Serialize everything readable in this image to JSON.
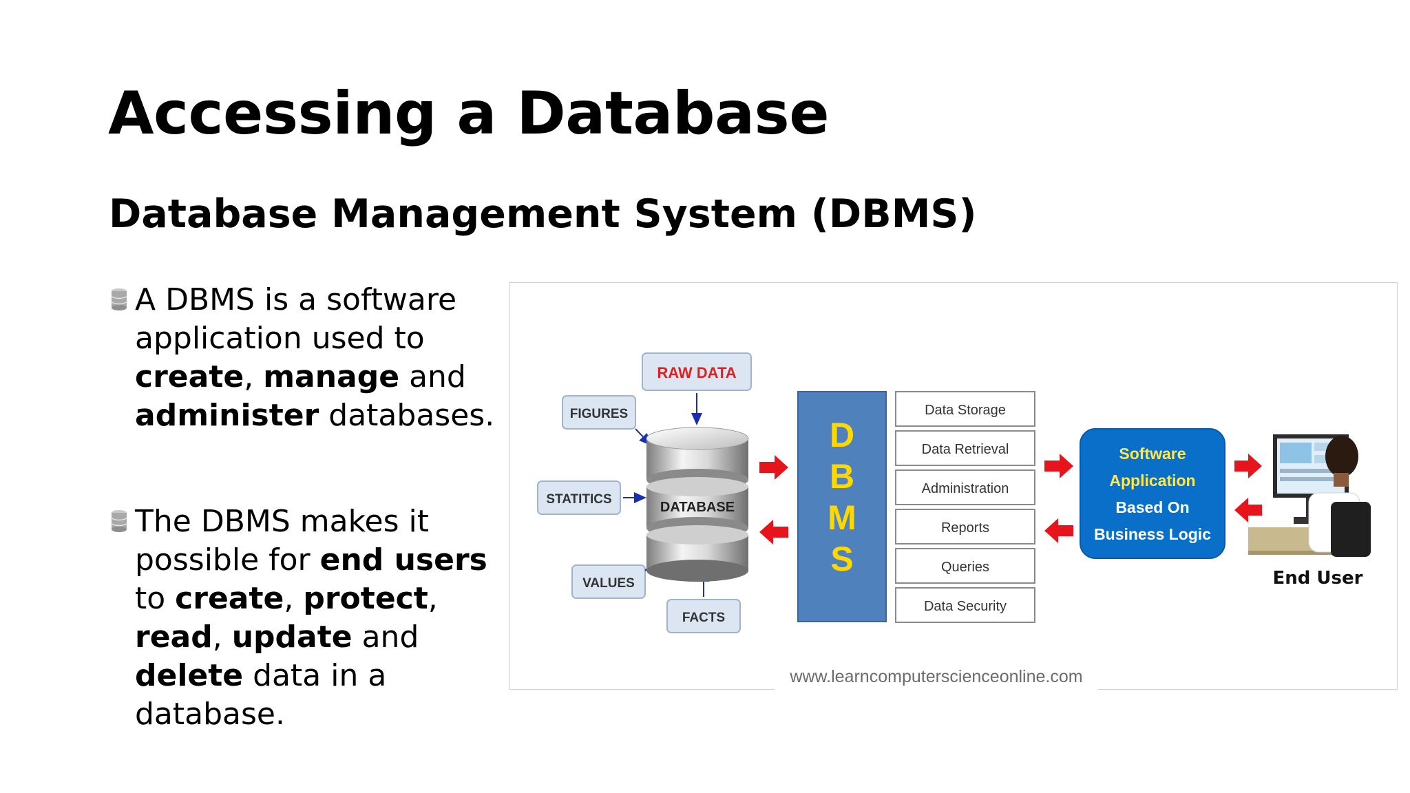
{
  "slide": {
    "title": "Accessing a Database",
    "subtitle": "Database Management System (DBMS)"
  },
  "bullets": [
    {
      "icon": "database-icon",
      "parts": [
        {
          "text": "A DBMS is a software application used to ",
          "bold": false
        },
        {
          "text": "create",
          "bold": true
        },
        {
          "text": ", ",
          "bold": false
        },
        {
          "text": "manage",
          "bold": true
        },
        {
          "text": " and ",
          "bold": false
        },
        {
          "text": "administer",
          "bold": true
        },
        {
          "text": " databases.",
          "bold": false
        }
      ]
    },
    {
      "icon": "database-icon",
      "parts": [
        {
          "text": "The DBMS makes it possible for ",
          "bold": false
        },
        {
          "text": "end users",
          "bold": true
        },
        {
          "text": " to ",
          "bold": false
        },
        {
          "text": "create",
          "bold": true
        },
        {
          "text": ", ",
          "bold": false
        },
        {
          "text": "protect",
          "bold": true
        },
        {
          "text": ", ",
          "bold": false
        },
        {
          "text": "read",
          "bold": true
        },
        {
          "text": ", ",
          "bold": false
        },
        {
          "text": "update",
          "bold": true
        },
        {
          "text": " and ",
          "bold": false
        },
        {
          "text": "delete",
          "bold": true
        },
        {
          "text": " data in a database.",
          "bold": false
        }
      ]
    }
  ],
  "diagram": {
    "inputs": {
      "raw_data": "RAW  DATA",
      "figures": "FIGURES",
      "statitics": "STATITICS",
      "values": "VALUES",
      "facts": "FACTS"
    },
    "database_label": "DATABASE",
    "dbms_letters": [
      "D",
      "B",
      "M",
      "S"
    ],
    "functions": [
      "Data  Storage",
      "Data  Retrieval",
      "Administration",
      "Reports",
      "Queries",
      "Data Security"
    ],
    "software_app_lines": [
      "Software",
      "Application",
      "Based  On",
      "Business  Logic"
    ],
    "end_user_label": "End User",
    "source": "www.learncomputerscienceonline.com",
    "colors": {
      "raw_data_text": "#e02020",
      "dbms_block": "#4f81bd",
      "dbms_letters": "#ffd800",
      "software_box": "#0a6fc8",
      "software_text": "#ffe94a",
      "arrow_red": "#e8141b",
      "arrow_blue": "#1a2fb0",
      "label_box": "#dce6f2"
    }
  }
}
